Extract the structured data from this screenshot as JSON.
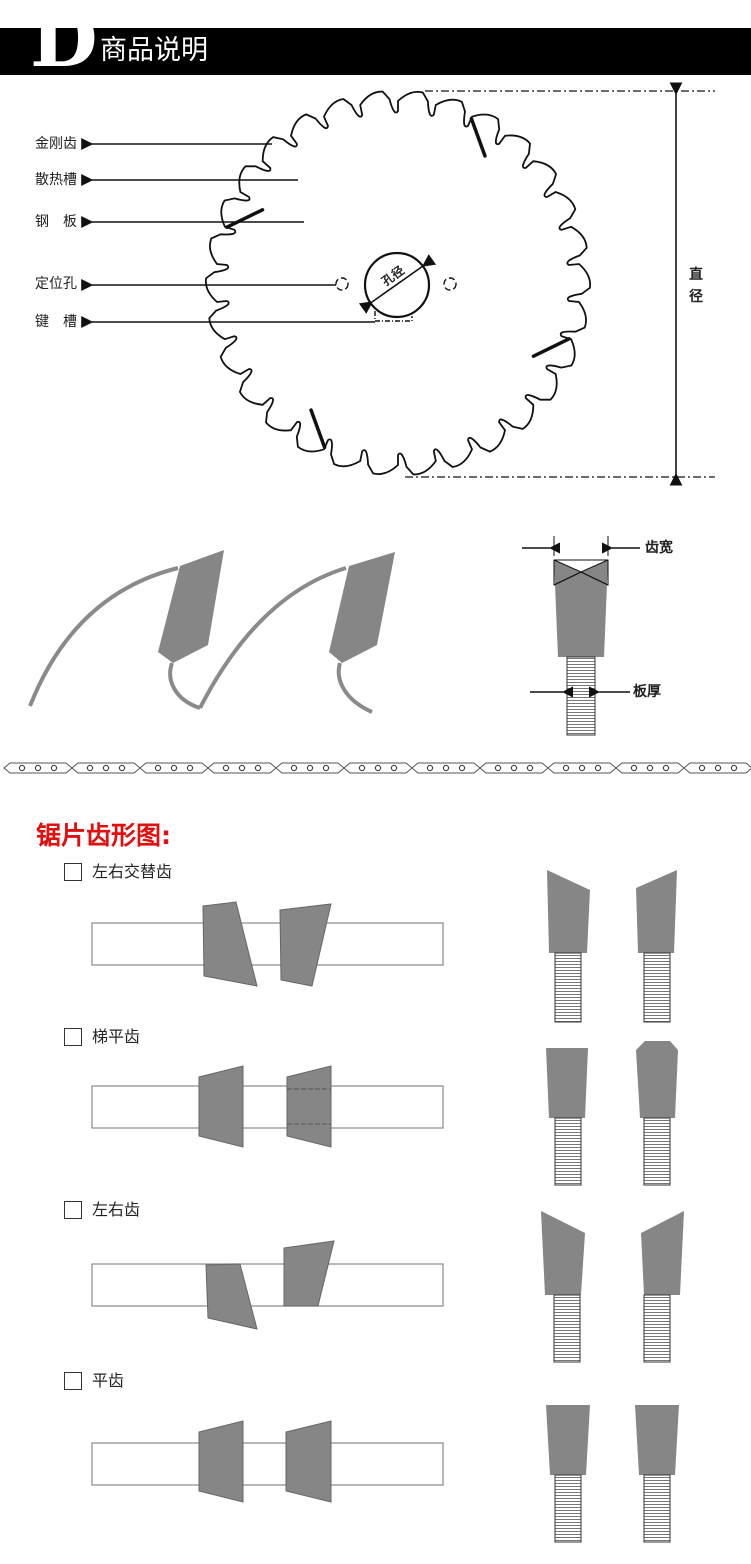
{
  "header": {
    "letter": "D",
    "title": "商品说明"
  },
  "blade_labels": {
    "diamond_tooth": "金刚齿",
    "heat_slot": "散热槽",
    "steel_plate": "钢　板",
    "locating_hole": "定位孔",
    "key_slot": "键　槽",
    "bore": "孔径",
    "diameter": "直径"
  },
  "tooth_labels": {
    "tooth_width": "齿宽",
    "plate_thickness": "板厚"
  },
  "section_title": "锯片齿形图:",
  "tooth_types": [
    {
      "label": "左右交替齿"
    },
    {
      "label": "梯平齿"
    },
    {
      "label": "左右齿"
    },
    {
      "label": "平齿"
    }
  ],
  "colors": {
    "tooth_gray": "#868686",
    "accent_red": "#e30e0e"
  }
}
